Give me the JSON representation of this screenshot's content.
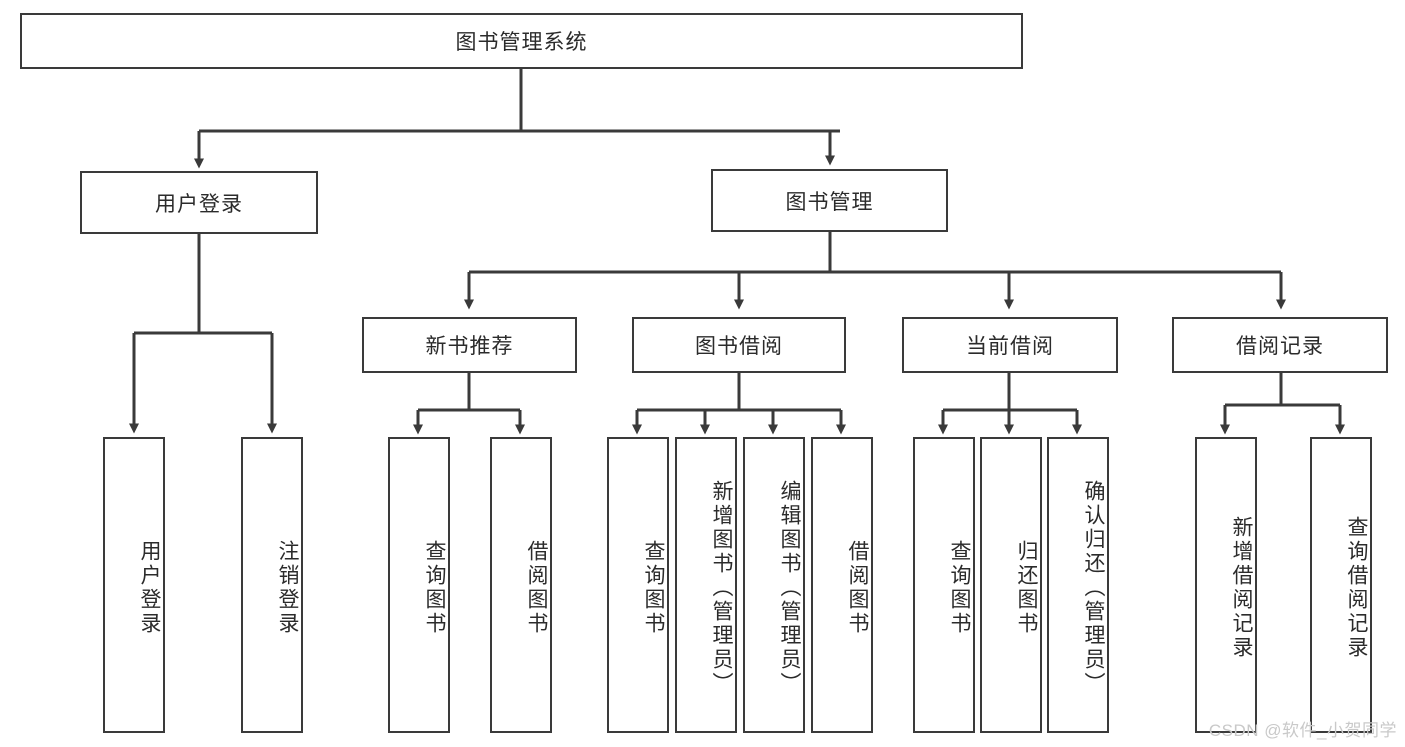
{
  "diagram": {
    "title": "图书管理系统",
    "type": "tree-hierarchy-diagram",
    "colors": {
      "stroke": "#3a3a3a",
      "fill": "#ffffff",
      "text": "#2b2b2b",
      "watermark": "#c9c9c9"
    },
    "root": {
      "label": "图书管理系统"
    },
    "level1": [
      {
        "label": "用户登录"
      },
      {
        "label": "图书管理"
      }
    ],
    "level2": [
      {
        "label": "新书推荐"
      },
      {
        "label": "图书借阅"
      },
      {
        "label": "当前借阅"
      },
      {
        "label": "借阅记录"
      }
    ],
    "leaves": {
      "user_login": [
        {
          "label": "用户登录"
        },
        {
          "label": "注销登录"
        }
      ],
      "new_book": [
        {
          "label": "查询图书"
        },
        {
          "label": "借阅图书"
        }
      ],
      "borrow_book": [
        {
          "label": "查询图书"
        },
        {
          "label": "新增图书（管理员）"
        },
        {
          "label": "编辑图书（管理员）"
        },
        {
          "label": "借阅图书"
        }
      ],
      "current_borrow": [
        {
          "label": "查询图书"
        },
        {
          "label": "归还图书"
        },
        {
          "label": "确认归还（管理员）"
        }
      ],
      "borrow_record": [
        {
          "label": "新增借阅记录"
        },
        {
          "label": "查询借阅记录"
        }
      ]
    },
    "watermark": "CSDN @软件_小贺同学"
  }
}
